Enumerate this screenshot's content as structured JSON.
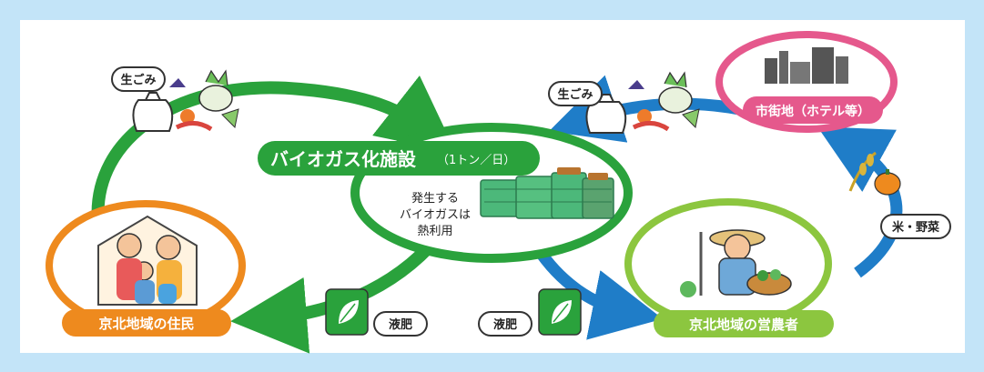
{
  "facility": {
    "title": "バイオガス化施設",
    "capacity": "（1トン／日）",
    "note_line1": "発生する",
    "note_line2": "バイオガスは",
    "note_line3": "熱利用"
  },
  "nodes": {
    "residents": "京北地域の住民",
    "farmers": "京北地域の営農者",
    "city": "市街地（ホテル等）"
  },
  "tags": {
    "food_waste_left": "生ごみ",
    "food_waste_right": "生ごみ",
    "fertilizer_left": "液肥",
    "fertilizer_right": "液肥",
    "produce": "米・野菜"
  },
  "colors": {
    "green": "#2aa23c",
    "blue": "#1f7dc8",
    "orange": "#ee8a1e",
    "lime": "#8cc63f",
    "pink": "#e5588c",
    "background": "#c3e4f8"
  }
}
